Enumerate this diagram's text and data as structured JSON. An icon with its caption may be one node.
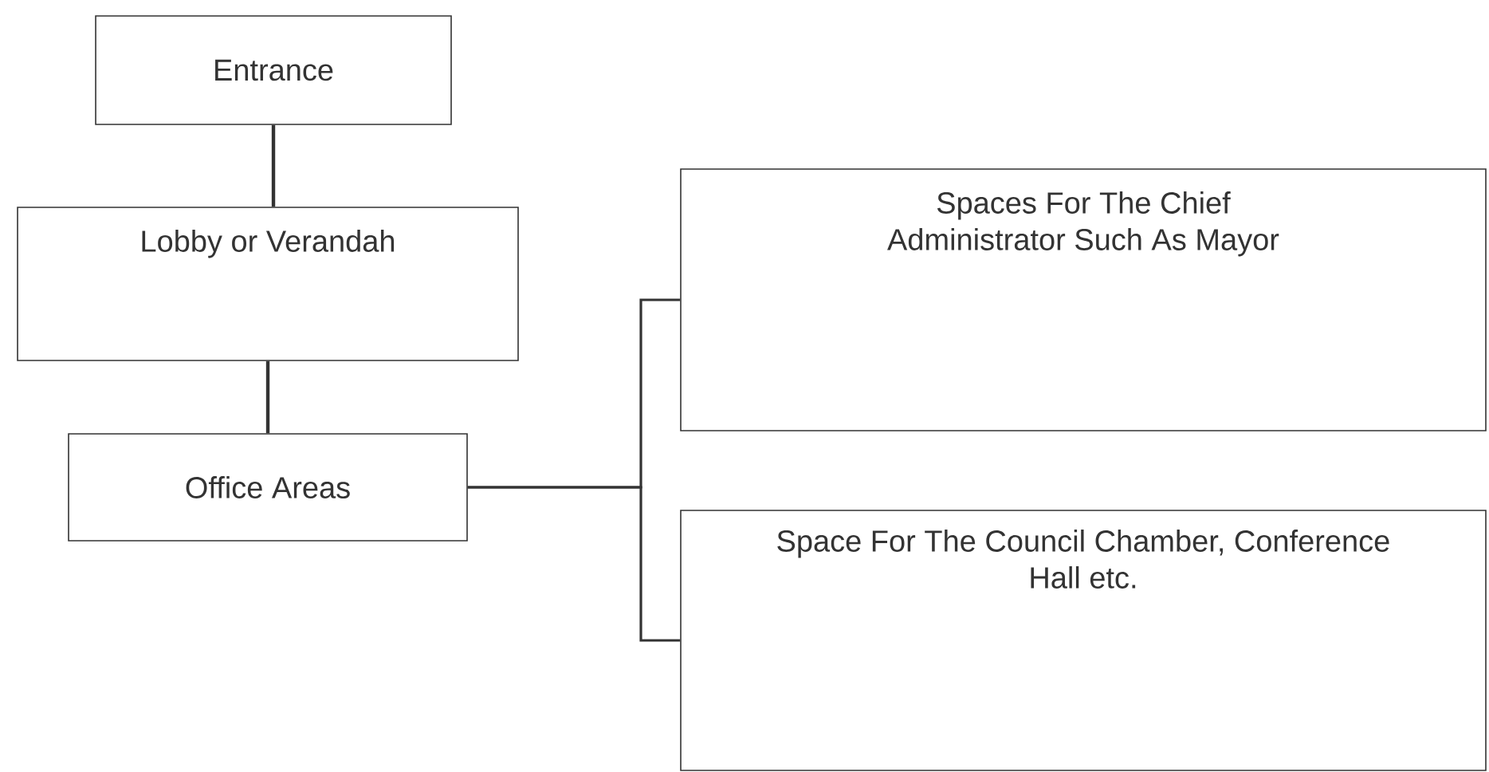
{
  "diagram": {
    "nodes": [
      {
        "text": [
          "Entrance"
        ]
      },
      {
        "text": [
          "Lobby or Verandah"
        ]
      },
      {
        "text": [
          "Office Areas"
        ]
      },
      {
        "text": [
          "Spaces For The Chief Administrator Such As Mayor"
        ]
      },
      {
        "text": [
          "Space For The Council Chamber, Conference Hall etc."
        ]
      }
    ],
    "edges": [
      {
        "from": 0,
        "to": 1,
        "arrow": "none"
      },
      {
        "from": 1,
        "to": 2,
        "arrow": "none"
      },
      {
        "from": 2,
        "to": 3,
        "arrow": "none"
      },
      {
        "from": 2,
        "to": 4,
        "arrow": "none"
      }
    ]
  }
}
